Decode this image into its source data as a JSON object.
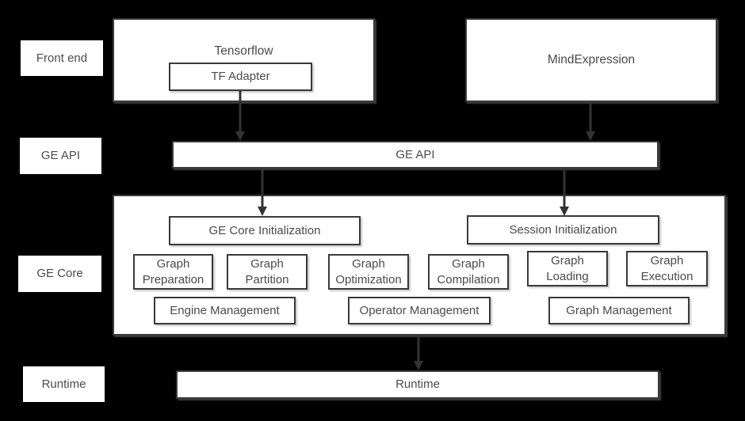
{
  "colors": {
    "background": "#000000",
    "box_fill": "#ffffff",
    "box_border": "#3a3a3a",
    "text": "#4b4b4b",
    "arrow": "#333333"
  },
  "side_labels": [
    {
      "text": "Front end"
    },
    {
      "text": "GE API"
    },
    {
      "text": "GE Core"
    },
    {
      "text": "Runtime"
    }
  ],
  "front_end": {
    "tensorflow_label": "Tensorflow",
    "tf_adapter_label": "TF Adapter",
    "mind_expression_label": "MindExpression"
  },
  "ge_api": {
    "bar_label": "GE API"
  },
  "ge_core": {
    "init_label": "GE Core Initialization",
    "session_label": "Session Initialization",
    "stages": [
      {
        "line1": "Graph",
        "line2": "Preparation"
      },
      {
        "line1": "Graph",
        "line2": "Partition"
      },
      {
        "line1": "Graph",
        "line2": "Optimization"
      },
      {
        "line1": "Graph",
        "line2": "Compilation"
      },
      {
        "line1": "Graph",
        "line2": "Loading"
      },
      {
        "line1": "Graph",
        "line2": "Execution"
      }
    ],
    "management": [
      {
        "label": "Engine Management"
      },
      {
        "label": "Operator Management"
      },
      {
        "label": "Graph Management"
      }
    ]
  },
  "runtime": {
    "bar_label": "Runtime"
  },
  "icons": {
    "arrow_down": "arrow-down-icon"
  }
}
